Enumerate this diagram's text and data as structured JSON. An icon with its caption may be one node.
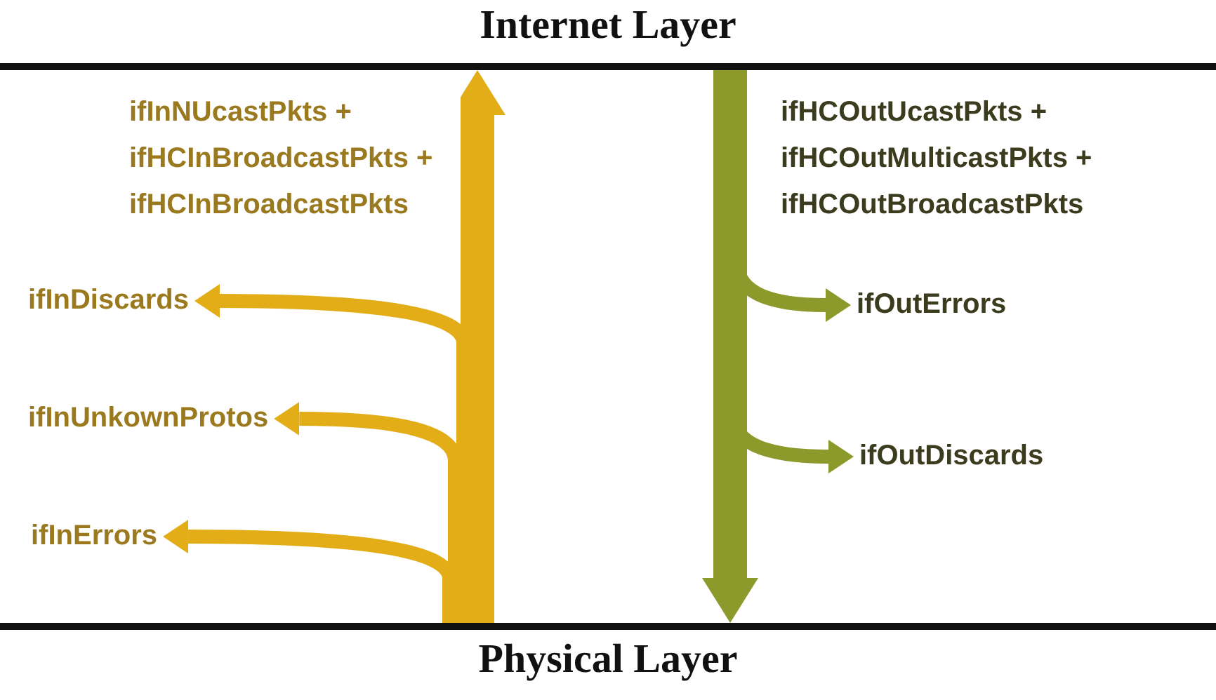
{
  "diagram": {
    "nodes": [
      {
        "text": [
          "Internet Layer"
        ]
      },
      {
        "text": [
          "Physical Layer"
        ]
      },
      {
        "text": [
          "ifInDiscards"
        ]
      },
      {
        "text": [
          "ifInUnkownProtos"
        ]
      },
      {
        "text": [
          "ifInErrors"
        ]
      },
      {
        "text": [
          "ifOutErrors"
        ]
      },
      {
        "text": [
          "ifOutDiscards"
        ]
      }
    ],
    "edges": [
      {
        "from": 1,
        "to": 0,
        "arrow": "to",
        "style": "thick",
        "color": "#e2ad17",
        "label": "ifInNUcastPkts + ifHCInBroadcastPkts + ifHCInBroadcastPkts"
      },
      {
        "from": 1,
        "to": 2,
        "arrow": "to",
        "color": "#e2ad17"
      },
      {
        "from": 1,
        "to": 3,
        "arrow": "to",
        "color": "#e2ad17"
      },
      {
        "from": 1,
        "to": 4,
        "arrow": "to",
        "color": "#e2ad17"
      },
      {
        "from": 0,
        "to": 1,
        "arrow": "to",
        "style": "thick",
        "color": "#8b9a2b",
        "label": "ifHCOutUcastPkts + ifHCOutMulticastPkts + ifHCOutBroadcastPkts"
      },
      {
        "from": 0,
        "to": 5,
        "arrow": "to",
        "color": "#8b9a2b"
      },
      {
        "from": 0,
        "to": 6,
        "arrow": "to",
        "color": "#8b9a2b"
      }
    ]
  }
}
